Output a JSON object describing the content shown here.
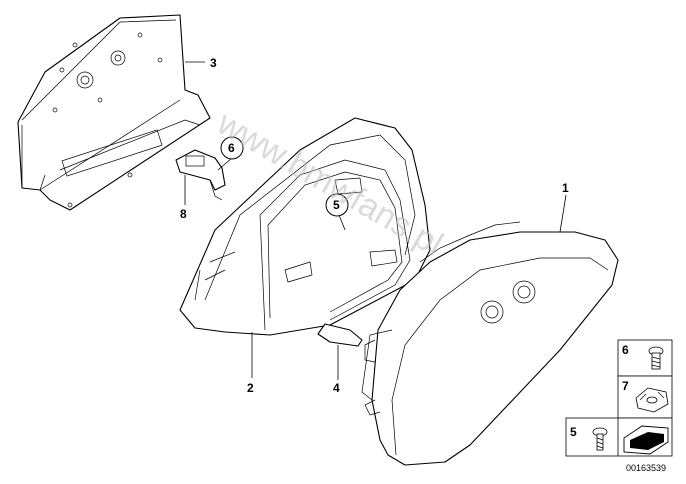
{
  "diagram": {
    "watermark": "www.bmwfans.pl",
    "document_number": "00163539",
    "callouts": {
      "part_1": "1",
      "part_2": "2",
      "part_3": "3",
      "part_4": "4",
      "part_5": "5",
      "part_6": "6",
      "part_8": "8"
    },
    "legend": {
      "row_6": "6",
      "row_7": "7",
      "row_5": "5"
    }
  }
}
